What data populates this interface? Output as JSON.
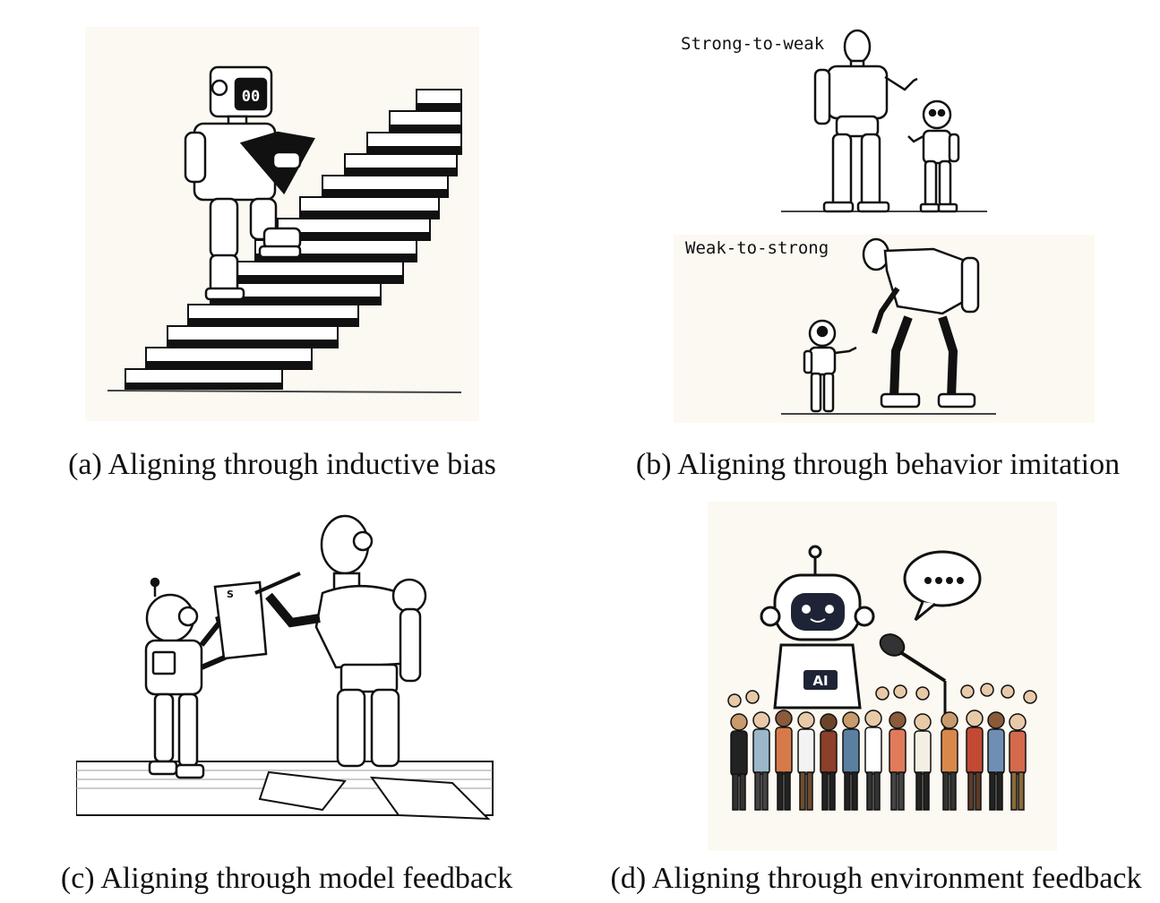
{
  "panels": {
    "a": {
      "caption": "(a) Aligning through inductive bias",
      "screen_text": "00"
    },
    "b": {
      "caption": "(b) Aligning through behavior imitation",
      "top_label": "Strong-to-weak",
      "bottom_label": "Weak-to-strong"
    },
    "c": {
      "caption": "(c) Aligning through model feedback",
      "paper_text": "S"
    },
    "d": {
      "caption": "(d) Aligning through environment feedback",
      "chest_text": "AI"
    }
  },
  "colors": {
    "ink": "#1a1a1a",
    "paper_bg": "#fbf9f1",
    "robot_face": "#1e2436"
  }
}
